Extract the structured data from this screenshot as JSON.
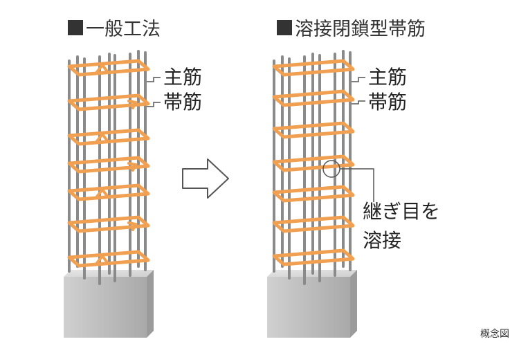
{
  "left": {
    "title": "一般工法",
    "main_bar_label": "主筋",
    "hoop_label": "帯筋"
  },
  "right": {
    "title": "溶接閉鎖型帯筋",
    "main_bar_label": "主筋",
    "hoop_label": "帯筋",
    "weld_label_line1": "継ぎ目を",
    "weld_label_line2": "溶接"
  },
  "note": "概念図",
  "colors": {
    "hoop": "#f0a050",
    "bar": "#8a8a8a",
    "concrete": "#c4c4c4",
    "text": "#222222"
  }
}
